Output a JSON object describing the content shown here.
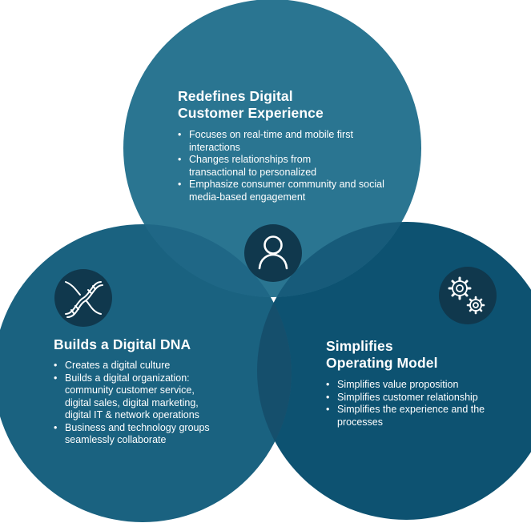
{
  "colors": {
    "top_circle": "#2a7591",
    "left_circle": "#1a6280",
    "right_circle": "#0d5271",
    "overlap": "#154f6c",
    "center": "#12475f",
    "icon_badge": "#10384d",
    "text": "#ffffff"
  },
  "top": {
    "title_line1": "Redefines Digital",
    "title_line2": "Customer Experience",
    "bullets": [
      "Focuses on real-time and mobile first interactions",
      "Changes relationships from transactional to personalized",
      "Emphasize consumer community and social media-based engagement"
    ]
  },
  "left": {
    "title": "Builds a Digital DNA",
    "icon": "dna-icon",
    "bullets": [
      "Creates a digital culture",
      "Builds a digital organization: community customer service, digital sales, digital marketing, digital IT & network operations",
      "Business and technology groups seamlessly collaborate"
    ]
  },
  "right": {
    "title_line1": "Simplifies",
    "title_line2": "Operating Model",
    "icon": "gears-icon",
    "bullets": [
      "Simplifies value proposition",
      "Simplifies customer relationship",
      "Simplifies the experience and the processes"
    ]
  },
  "center": {
    "icon": "person-icon"
  }
}
